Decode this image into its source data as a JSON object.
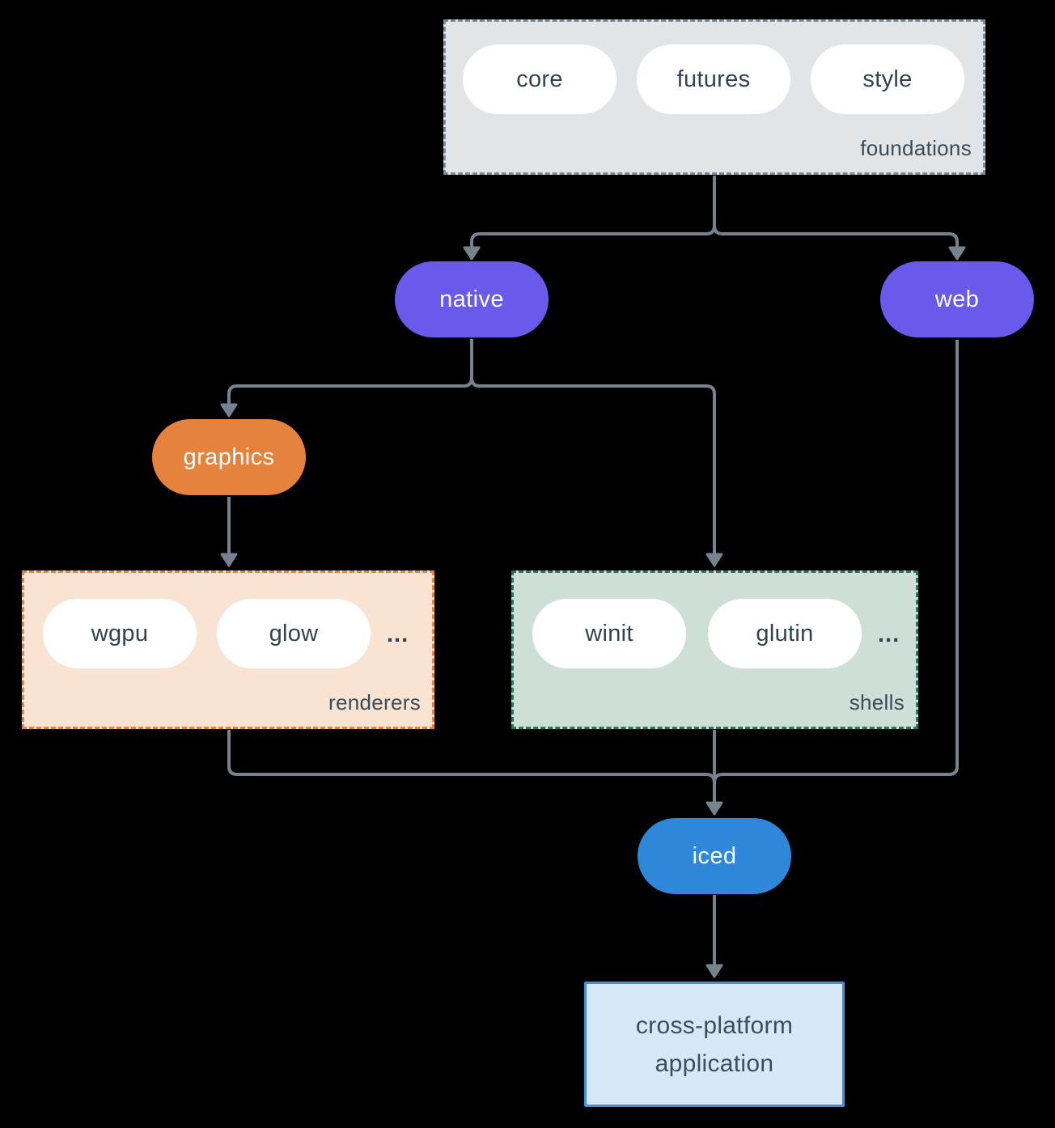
{
  "diagram": {
    "foundations": {
      "label": "foundations",
      "pills": [
        "core",
        "futures",
        "style"
      ]
    },
    "native": {
      "label": "native"
    },
    "web": {
      "label": "web"
    },
    "graphics": {
      "label": "graphics"
    },
    "renderers": {
      "label": "renderers",
      "pills": [
        "wgpu",
        "glow"
      ],
      "more": "..."
    },
    "shells": {
      "label": "shells",
      "pills": [
        "winit",
        "glutin"
      ],
      "more": "..."
    },
    "iced": {
      "label": "iced"
    },
    "application": {
      "line1": "cross-platform",
      "line2": "application"
    }
  },
  "colors": {
    "background": "#000000",
    "connector": "#76828E",
    "node_purple": "#695AEB",
    "node_orange": "#E5823D",
    "node_blue": "#2E87D8",
    "foundations_fill": "#E2E5E8",
    "foundations_border": "#7E8C98",
    "renderers_fill": "#F9E3D3",
    "renderers_border": "#E5823D",
    "shells_fill": "#CEDFD8",
    "shells_border": "#2E7263",
    "application_fill": "#D6E8F8",
    "application_border": "#3F8FDC",
    "text_dark": "#33424E",
    "text_white": "#FFFFFF"
  }
}
